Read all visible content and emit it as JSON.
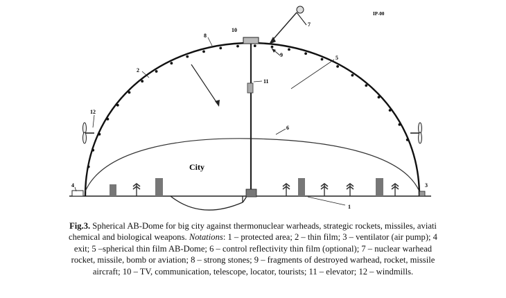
{
  "figure": {
    "code": "IP-00",
    "city_label": "City",
    "labels": {
      "n1": "1",
      "n2": "2",
      "n3": "3",
      "n4": "4",
      "n5": "5",
      "n6": "6",
      "n7": "7",
      "n8": "8",
      "n9": "9",
      "n10": "10",
      "n11": "11",
      "n12": "12"
    }
  },
  "caption": {
    "lead": "Fig.3.",
    "title": " Spherical AB-Dome for big city against thermonuclear warheads, strategic rockets, missiles, aviati",
    "title_cont": "chemical and biological weapons. ",
    "notations_label": "Notations",
    "line2_rest": ": 1 – protected area; 2 – thin film; 3 – ventilator (air pump); 4",
    "line3": "exit; 5 –spherical thin film AB-Dome; 6 – control reflectivity thin film (optional); 7 – nuclear warhead",
    "line4": "rocket, missile, bomb or aviation; 8 – strong stones; 9 – fragments of destroyed warhead, rocket, missile",
    "line5": "aircraft; 10 – TV, communication, telescope, locator, tourists; 11 – elevator; 12 – windmills."
  }
}
